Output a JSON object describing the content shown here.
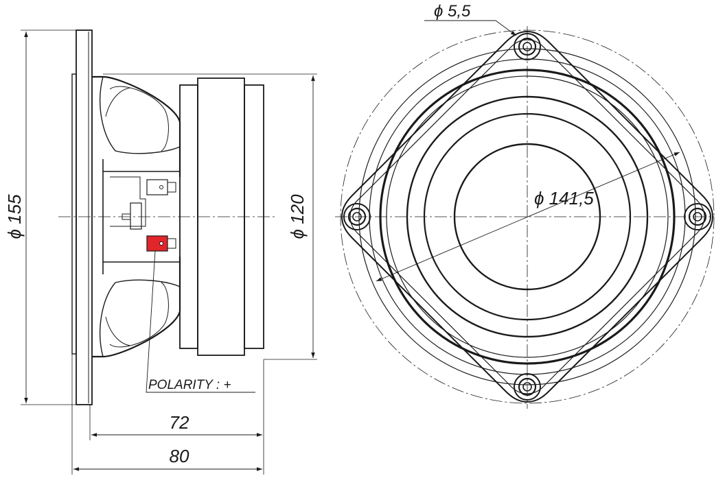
{
  "drawing": {
    "side_view": {
      "overall_diameter": "ϕ 155",
      "magnet_diameter": "ϕ 120",
      "depth_motor": "72",
      "depth_total": "80",
      "polarity_label": "POLARITY : +",
      "polarity_color": "#e0262b"
    },
    "front_view": {
      "hole_diameter": "ϕ 5,5",
      "bolt_circle_diameter": "ϕ 141,5"
    }
  }
}
